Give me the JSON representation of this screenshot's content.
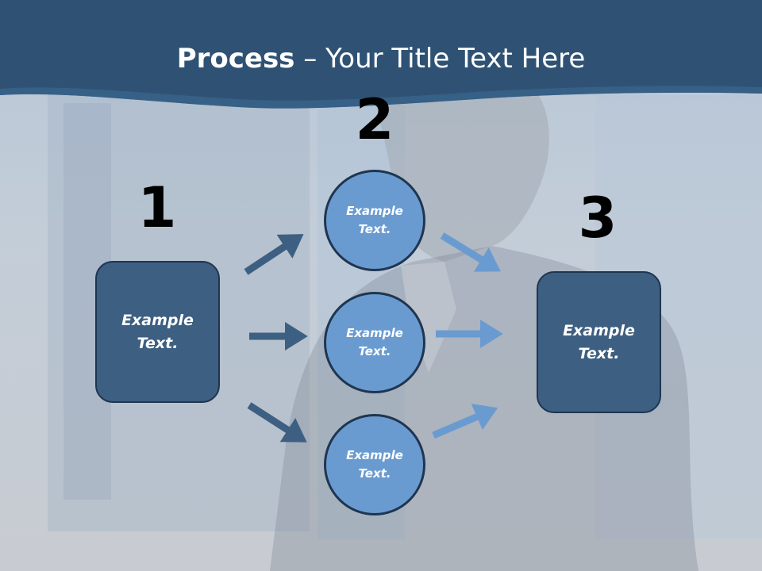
{
  "slide": {
    "title_bold": "Process",
    "title_rest": " – Your Title Text Here",
    "steps": [
      {
        "number": "1",
        "label": "Example\nText."
      },
      {
        "number": "2",
        "label": "Example\nText."
      },
      {
        "number": "3",
        "label": "Example\nText."
      }
    ],
    "circles": [
      {
        "label": "Example\nText."
      },
      {
        "label": "Example\nText."
      },
      {
        "label": "Example\nText."
      }
    ]
  },
  "colors": {
    "header": "#2f5274",
    "box_fill": "#3d5f81",
    "circle_fill": "#6a9bd0",
    "arrow_dark": "#3d5f81",
    "arrow_light": "#6a9bd0"
  }
}
